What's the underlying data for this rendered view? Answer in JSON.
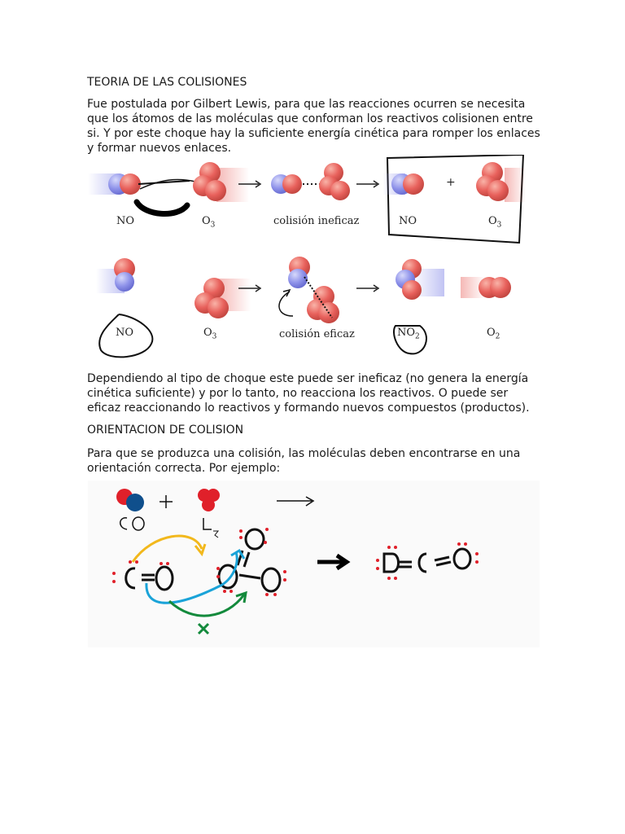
{
  "document": {
    "heading1": "TEORIA DE LAS COLISIONES",
    "para1": "Fue postulada por Gilbert Lewis, para que las reacciones ocurren se necesita que los átomos de las moléculas que conforman los reactivos colisionen entre si. Y por este choque hay la suficiente energía cinética para romper los enlaces y formar nuevos enlaces.",
    "para2": "Dependiendo al tipo de choque este puede ser ineficaz (no genera la energía cinética suficiente) y por lo tanto, no reacciona los reactivos. O puede ser eficaz reaccionando lo reactivos y formando nuevos compuestos (productos).",
    "heading2": "ORIENTACION DE COLISION",
    "para3": "Para que se produzca una colisión, las moléculas deben encontrarse en una orientación correcta. Por ejemplo:"
  },
  "figure1": {
    "row1": {
      "label_no_left": "NO",
      "label_o3_left": "O",
      "label_o3_left_sub": "3",
      "label_ineficaz": "colisión ineficaz",
      "label_no_right": "NO",
      "label_o3_right": "O",
      "label_o3_right_sub": "3",
      "plus": "+"
    },
    "row2": {
      "label_no": "NO",
      "label_o3": "O",
      "label_o3_sub": "3",
      "label_eficaz": "colisión eficaz",
      "label_no2": "NO",
      "label_no2_sub": "2",
      "label_o2": "O",
      "label_o2_sub": "2"
    }
  },
  "figure2": {
    "plus": "+"
  },
  "colors": {
    "oxygen": "#e8615c",
    "nitrogen": "#8f93ea",
    "ink": "#111111",
    "red_dot": "#e0202a",
    "blue_atom": "#0f4f8c",
    "yellow_arrow": "#f2b81c",
    "cyan_arrow": "#1aa3d8",
    "green_arrow": "#138a3c"
  }
}
